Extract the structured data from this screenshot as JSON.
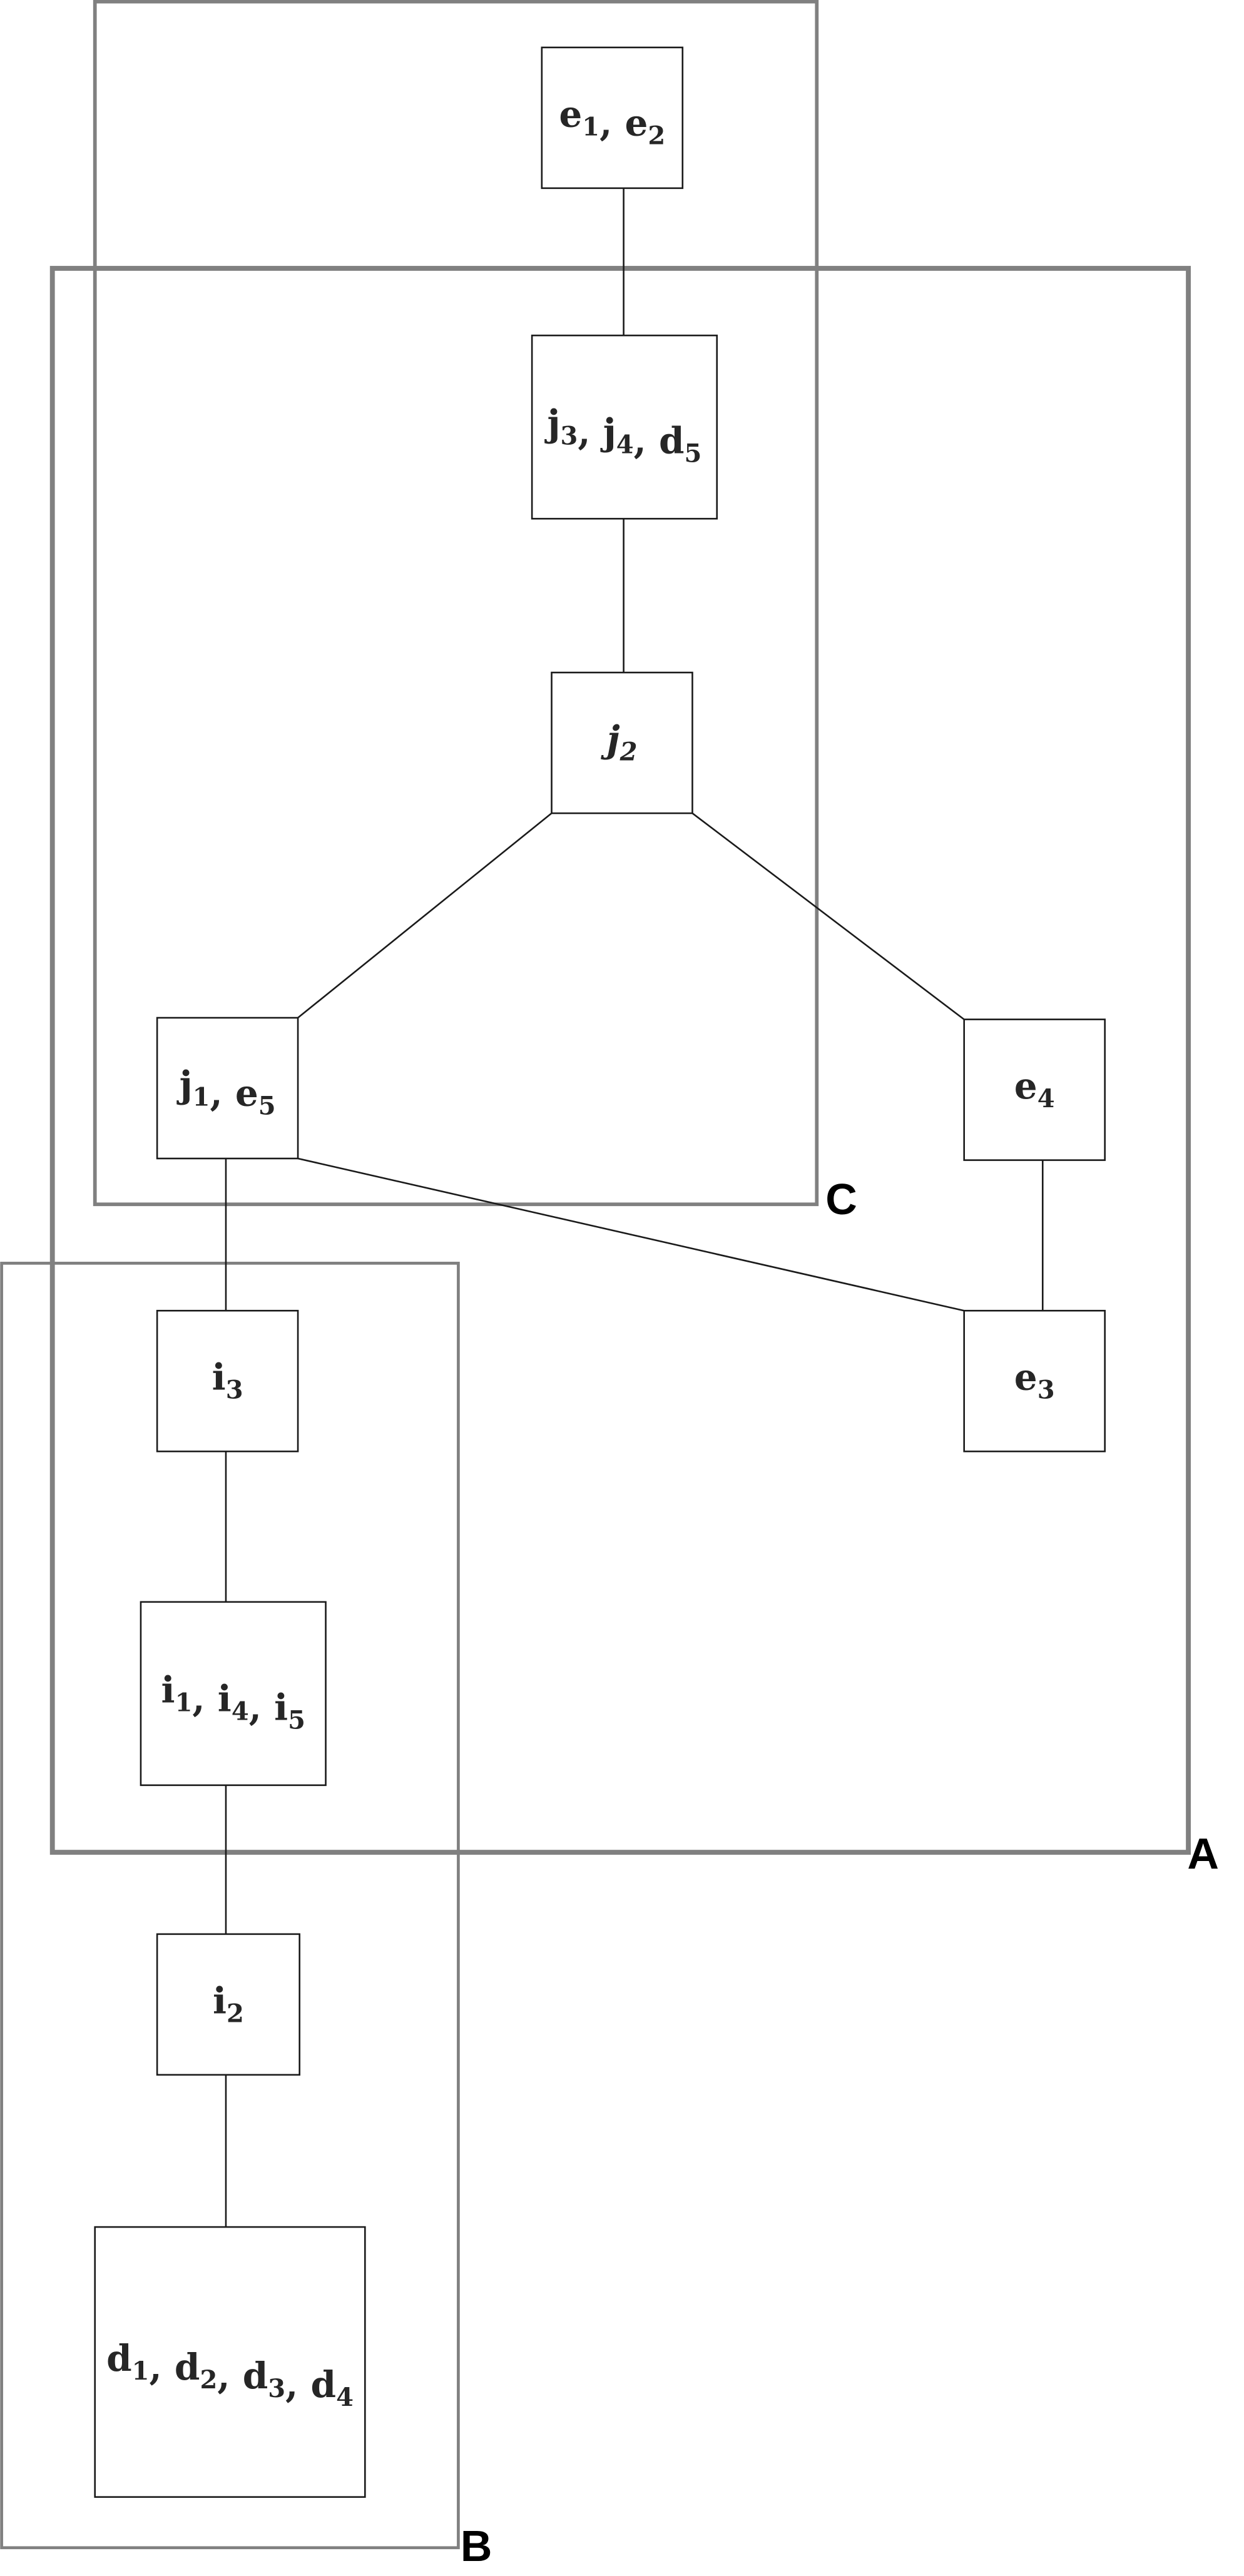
{
  "diagram": {
    "colors": {
      "region_stroke": "#808080",
      "node_stroke": "#1a1a1a",
      "text": "#262626"
    },
    "regions": [
      {
        "id": "C",
        "label": "C"
      },
      {
        "id": "A",
        "label": "A"
      },
      {
        "id": "B",
        "label": "B"
      }
    ],
    "nodes": [
      {
        "id": "e1e2",
        "parts": [
          {
            "base": "e",
            "sub": "1"
          },
          {
            "base": "e",
            "sub": "2"
          }
        ]
      },
      {
        "id": "j3j4d5",
        "parts": [
          {
            "base": "j",
            "sub": "3"
          },
          {
            "base": "j",
            "sub": "4"
          },
          {
            "base": "d",
            "sub": "5"
          }
        ]
      },
      {
        "id": "j2",
        "italic": true,
        "parts": [
          {
            "base": "j",
            "sub": "2"
          }
        ]
      },
      {
        "id": "j1e5",
        "parts": [
          {
            "base": "j",
            "sub": "1"
          },
          {
            "base": "e",
            "sub": "5"
          }
        ]
      },
      {
        "id": "e4",
        "parts": [
          {
            "base": "e",
            "sub": "4"
          }
        ]
      },
      {
        "id": "i3",
        "parts": [
          {
            "base": "i",
            "sub": "3"
          }
        ]
      },
      {
        "id": "e3",
        "parts": [
          {
            "base": "e",
            "sub": "3"
          }
        ]
      },
      {
        "id": "i1i4i5",
        "parts": [
          {
            "base": "i",
            "sub": "1"
          },
          {
            "base": "i",
            "sub": "4"
          },
          {
            "base": "i",
            "sub": "5"
          }
        ]
      },
      {
        "id": "i2",
        "parts": [
          {
            "base": "i",
            "sub": "2"
          }
        ]
      },
      {
        "id": "d1d2d3d4",
        "parts": [
          {
            "base": "d",
            "sub": "1"
          },
          {
            "base": "d",
            "sub": "2"
          },
          {
            "base": "d",
            "sub": "3"
          },
          {
            "base": "d",
            "sub": "4"
          }
        ]
      }
    ],
    "edges": [
      {
        "from": "e1e2",
        "to": "j3j4d5"
      },
      {
        "from": "j3j4d5",
        "to": "j2"
      },
      {
        "from": "j2",
        "to": "j1e5"
      },
      {
        "from": "j2",
        "to": "e4"
      },
      {
        "from": "j1e5",
        "to": "i3"
      },
      {
        "from": "j1e5",
        "to": "e3"
      },
      {
        "from": "e4",
        "to": "e3"
      },
      {
        "from": "i3",
        "to": "i1i4i5"
      },
      {
        "from": "i1i4i5",
        "to": "i2"
      },
      {
        "from": "i2",
        "to": "d1d2d3d4"
      }
    ]
  }
}
